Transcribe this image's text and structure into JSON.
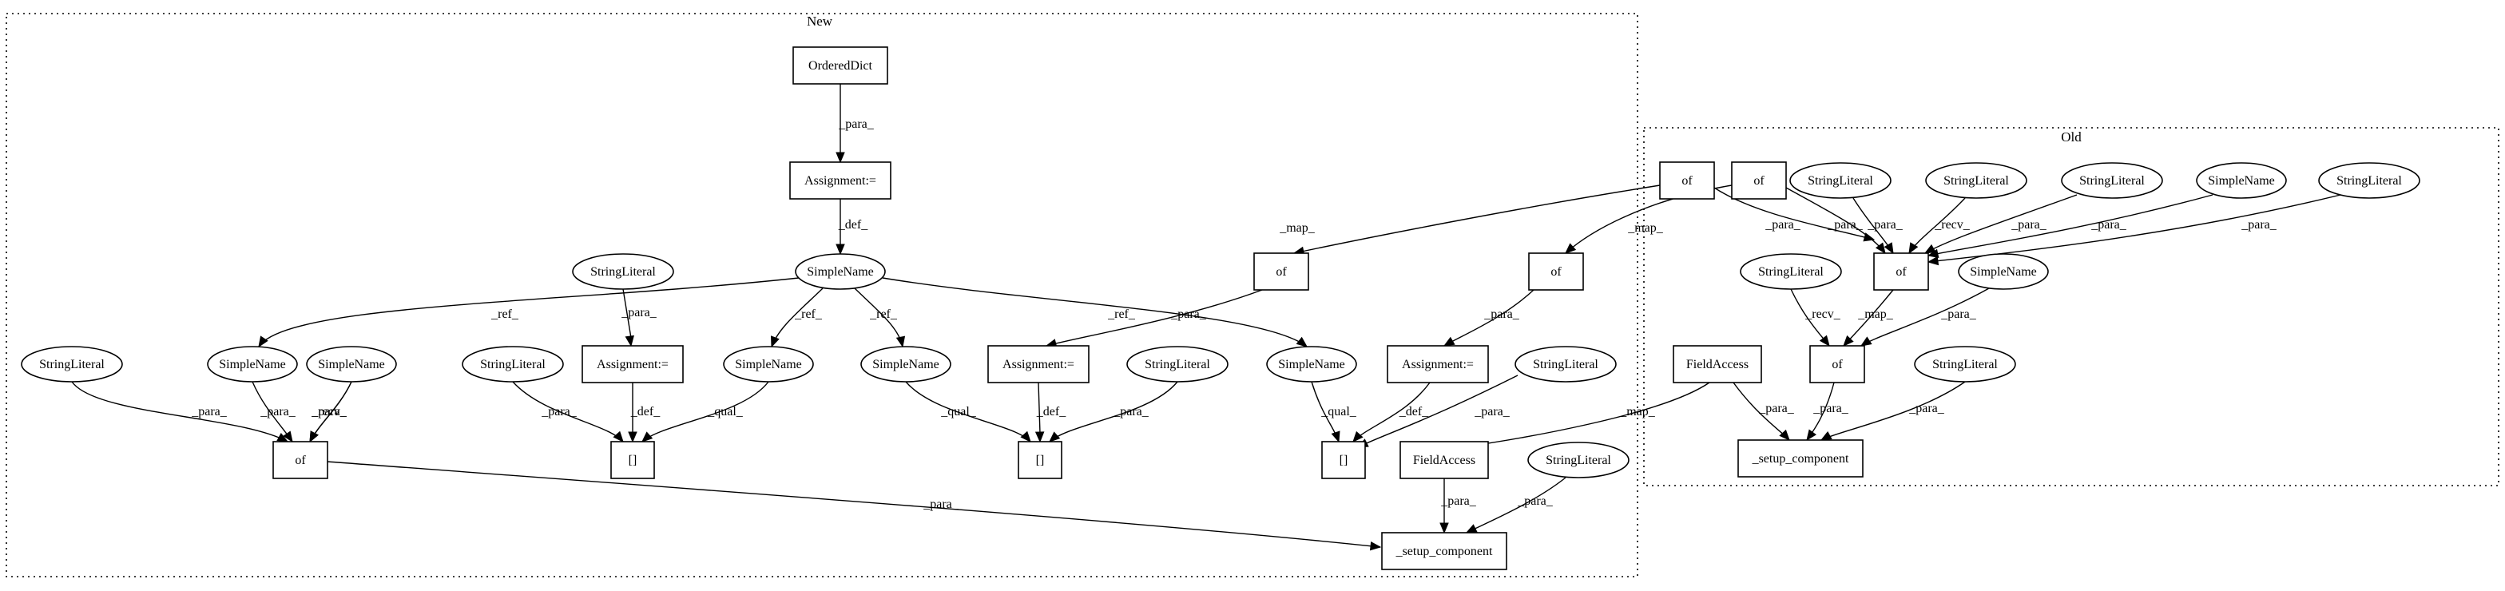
{
  "clusters": [
    {
      "id": "new",
      "label": "New"
    },
    {
      "id": "old",
      "label": "Old"
    }
  ],
  "nodes": [
    {
      "id": "n_ordereddict",
      "label": "OrderedDict",
      "shape": "box"
    },
    {
      "id": "n_assign_top",
      "label": "Assignment:=",
      "shape": "box"
    },
    {
      "id": "n_simplename_main",
      "label": "SimpleName",
      "shape": "ellipse"
    },
    {
      "id": "n_sl_a",
      "label": "StringLiteral",
      "shape": "ellipse"
    },
    {
      "id": "n_of_left",
      "label": "of",
      "shape": "box"
    },
    {
      "id": "n_sn_b",
      "label": "SimpleName",
      "shape": "ellipse"
    },
    {
      "id": "n_sn_c",
      "label": "SimpleName",
      "shape": "ellipse"
    },
    {
      "id": "n_sl_d",
      "label": "StringLiteral",
      "shape": "ellipse"
    },
    {
      "id": "n_sl_e",
      "label": "StringLiteral",
      "shape": "ellipse"
    },
    {
      "id": "n_assign_1",
      "label": "Assignment:=",
      "shape": "box"
    },
    {
      "id": "n_sn_f",
      "label": "SimpleName",
      "shape": "ellipse"
    },
    {
      "id": "n_index_1",
      "label": "[]",
      "shape": "box"
    },
    {
      "id": "n_sn_g",
      "label": "SimpleName",
      "shape": "ellipse"
    },
    {
      "id": "n_of_mid",
      "label": "of",
      "shape": "box"
    },
    {
      "id": "n_assign_2",
      "label": "Assignment:=",
      "shape": "box"
    },
    {
      "id": "n_sl_h",
      "label": "StringLiteral",
      "shape": "ellipse"
    },
    {
      "id": "n_index_2",
      "label": "[]",
      "shape": "box"
    },
    {
      "id": "n_sn_i",
      "label": "SimpleName",
      "shape": "ellipse"
    },
    {
      "id": "n_of_r",
      "label": "of",
      "shape": "box"
    },
    {
      "id": "n_assign_3",
      "label": "Assignment:=",
      "shape": "box"
    },
    {
      "id": "n_sl_j",
      "label": "StringLiteral",
      "shape": "ellipse"
    },
    {
      "id": "n_index_3",
      "label": "[]",
      "shape": "box"
    },
    {
      "id": "n_fa_new",
      "label": "FieldAccess",
      "shape": "box"
    },
    {
      "id": "n_sl_k",
      "label": "StringLiteral",
      "shape": "ellipse"
    },
    {
      "id": "n_setup_new",
      "label": "_setup_component",
      "shape": "box"
    },
    {
      "id": "n_of_o1",
      "label": "of",
      "shape": "box"
    },
    {
      "id": "n_of_o2",
      "label": "of",
      "shape": "box"
    },
    {
      "id": "n_sl_o1",
      "label": "StringLiteral",
      "shape": "ellipse"
    },
    {
      "id": "n_sl_o2",
      "label": "StringLiteral",
      "shape": "ellipse"
    },
    {
      "id": "n_sl_o3",
      "label": "StringLiteral",
      "shape": "ellipse"
    },
    {
      "id": "n_sn_o1",
      "label": "SimpleName",
      "shape": "ellipse"
    },
    {
      "id": "n_sl_o4",
      "label": "StringLiteral",
      "shape": "ellipse"
    },
    {
      "id": "n_of_o3",
      "label": "of",
      "shape": "box"
    },
    {
      "id": "n_sl_o5",
      "label": "StringLiteral",
      "shape": "ellipse"
    },
    {
      "id": "n_sn_o2",
      "label": "SimpleName",
      "shape": "ellipse"
    },
    {
      "id": "n_of_o4",
      "label": "of",
      "shape": "box"
    },
    {
      "id": "n_fa_old",
      "label": "FieldAccess",
      "shape": "box"
    },
    {
      "id": "n_sl_o6",
      "label": "StringLiteral",
      "shape": "ellipse"
    },
    {
      "id": "n_setup_old",
      "label": "_setup_component",
      "shape": "box"
    }
  ],
  "edges": [
    {
      "id": "e1",
      "label": "_para_"
    },
    {
      "id": "e2",
      "label": "_def_"
    },
    {
      "id": "e3",
      "label": "_ref_"
    },
    {
      "id": "e4",
      "label": "_ref_"
    },
    {
      "id": "e5",
      "label": "_ref_"
    },
    {
      "id": "e6",
      "label": "_ref_"
    },
    {
      "id": "e7",
      "label": "_para_"
    },
    {
      "id": "e8",
      "label": "_para_"
    },
    {
      "id": "e9",
      "label": "_para_"
    },
    {
      "id": "e10",
      "label": "_recv_"
    },
    {
      "id": "e11",
      "label": "_para_"
    },
    {
      "id": "e12",
      "label": "_para_"
    },
    {
      "id": "e13",
      "label": "_def_"
    },
    {
      "id": "e14",
      "label": "_qual_"
    },
    {
      "id": "e15",
      "label": "_qual_"
    },
    {
      "id": "e16",
      "label": "_def_"
    },
    {
      "id": "e17",
      "label": "_para_"
    },
    {
      "id": "e18",
      "label": "_qual_"
    },
    {
      "id": "e19",
      "label": "_def_"
    },
    {
      "id": "e20",
      "label": "_para_"
    },
    {
      "id": "e21",
      "label": "_para_"
    },
    {
      "id": "e22",
      "label": "_para_"
    },
    {
      "id": "e23",
      "label": "_para_"
    },
    {
      "id": "e24",
      "label": "_map_"
    },
    {
      "id": "e25",
      "label": "_map_"
    },
    {
      "id": "e26",
      "label": "_para_"
    },
    {
      "id": "e27",
      "label": "_para_"
    },
    {
      "id": "e28",
      "label": "_para_"
    },
    {
      "id": "e29",
      "label": "_para_"
    },
    {
      "id": "e30",
      "label": "_para_"
    },
    {
      "id": "e31",
      "label": "_recv_"
    },
    {
      "id": "e32",
      "label": "_para_"
    },
    {
      "id": "e33",
      "label": "_para_"
    },
    {
      "id": "e34",
      "label": "_para_"
    },
    {
      "id": "e35",
      "label": "_recv_"
    },
    {
      "id": "e36",
      "label": "_map_"
    },
    {
      "id": "e37",
      "label": "_para_"
    },
    {
      "id": "e38",
      "label": "_para_"
    },
    {
      "id": "e39",
      "label": "_para_"
    }
  ]
}
